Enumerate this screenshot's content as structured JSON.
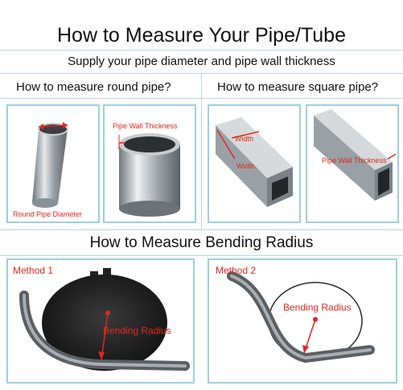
{
  "header": {
    "title": "How to Measure Your Pipe/Tube",
    "subtitle": "Supply your pipe diameter and pipe wall thickness"
  },
  "round_section": {
    "question": "How to measure round pipe?",
    "diameter_label": "Round Pipe Diameter",
    "wall_label": "Pipe Wall Thickness"
  },
  "square_section": {
    "question": "How to measure square pipe?",
    "width_label": "Width",
    "wall_label": "Pipe Wall Thickness"
  },
  "bending_section": {
    "heading": "How to Measure Bending Radius",
    "method1_label": "Method 1",
    "method2_label": "Method 2",
    "radius_label": "Bending Radius"
  },
  "colors": {
    "accent_red": "#e0281d",
    "panel_border": "#9ecfe0",
    "steel": "#9aa1a6"
  }
}
